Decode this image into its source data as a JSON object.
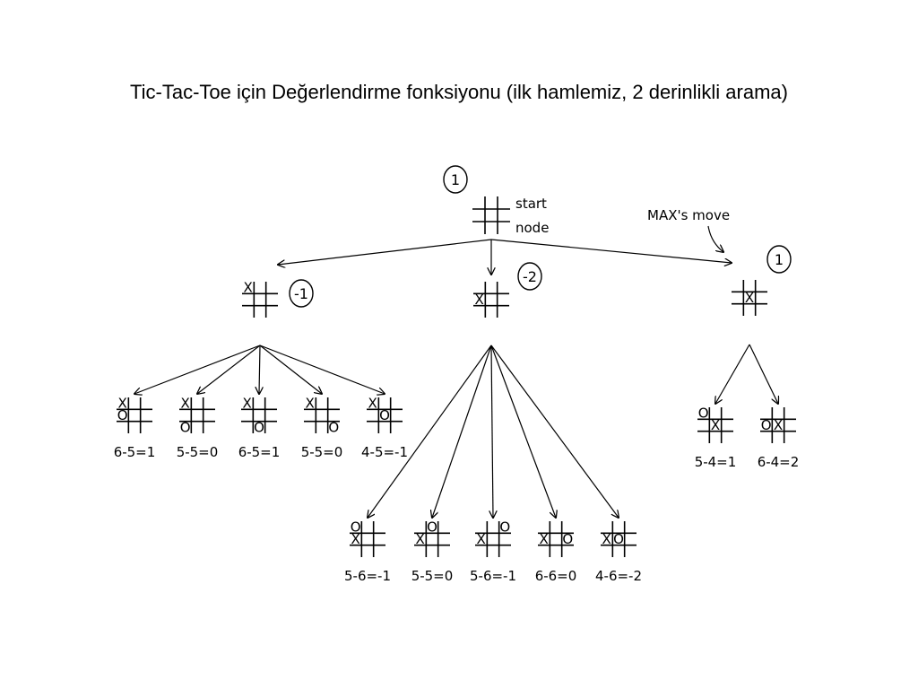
{
  "title": "Tic-Tac-Toe için Değerlendirme fonksiyonu (ilk hamlemiz, 2 derinlikli arama)",
  "annotations": {
    "start_line1": "start",
    "start_line2": "node",
    "max_move": "MAX's move"
  },
  "colors": {
    "ink": "#000000",
    "background": "#ffffff"
  },
  "tree": {
    "root": {
      "value": "1",
      "board": [
        ".",
        ".",
        ".",
        ".",
        ".",
        ".",
        ".",
        ".",
        "."
      ]
    },
    "level1": [
      {
        "value": "-1",
        "board": [
          "X",
          ".",
          ".",
          ".",
          ".",
          ".",
          ".",
          ".",
          "."
        ]
      },
      {
        "value": "-2",
        "board": [
          ".",
          ".",
          ".",
          "X",
          ".",
          ".",
          ".",
          ".",
          "."
        ]
      },
      {
        "value": "1",
        "board": [
          ".",
          ".",
          ".",
          ".",
          "X",
          ".",
          ".",
          ".",
          "."
        ]
      }
    ],
    "level2": [
      {
        "parent": 0,
        "expr": "6-5=1",
        "board": [
          "X",
          ".",
          ".",
          "O",
          ".",
          ".",
          ".",
          ".",
          "."
        ]
      },
      {
        "parent": 0,
        "expr": "5-5=0",
        "board": [
          "X",
          ".",
          ".",
          ".",
          ".",
          ".",
          "O",
          ".",
          "."
        ]
      },
      {
        "parent": 0,
        "expr": "6-5=1",
        "board": [
          "X",
          ".",
          ".",
          ".",
          ".",
          ".",
          ".",
          "O",
          "."
        ]
      },
      {
        "parent": 0,
        "expr": "5-5=0",
        "board": [
          "X",
          ".",
          ".",
          ".",
          ".",
          ".",
          ".",
          ".",
          "O"
        ]
      },
      {
        "parent": 0,
        "expr": "4-5=-1",
        "board": [
          "X",
          ".",
          ".",
          ".",
          "O",
          ".",
          ".",
          ".",
          "."
        ]
      },
      {
        "parent": 1,
        "expr": "5-6=-1",
        "board": [
          "O",
          ".",
          ".",
          "X",
          ".",
          ".",
          ".",
          ".",
          "."
        ]
      },
      {
        "parent": 1,
        "expr": "5-5=0",
        "board": [
          ".",
          "O",
          ".",
          "X",
          ".",
          ".",
          ".",
          ".",
          "."
        ]
      },
      {
        "parent": 1,
        "expr": "5-6=-1",
        "board": [
          ".",
          ".",
          "O",
          "X",
          ".",
          ".",
          ".",
          ".",
          "."
        ]
      },
      {
        "parent": 1,
        "expr": "6-6=0",
        "board": [
          ".",
          ".",
          ".",
          "X",
          ".",
          "O",
          ".",
          ".",
          "."
        ]
      },
      {
        "parent": 1,
        "expr": "4-6=-2",
        "board": [
          ".",
          ".",
          ".",
          "X",
          "O",
          ".",
          ".",
          ".",
          "."
        ]
      },
      {
        "parent": 2,
        "expr": "5-4=1",
        "board": [
          "O",
          ".",
          ".",
          ".",
          "X",
          ".",
          ".",
          ".",
          "."
        ]
      },
      {
        "parent": 2,
        "expr": "6-4=2",
        "board": [
          ".",
          ".",
          ".",
          "O",
          "X",
          ".",
          ".",
          ".",
          "."
        ]
      }
    ]
  }
}
